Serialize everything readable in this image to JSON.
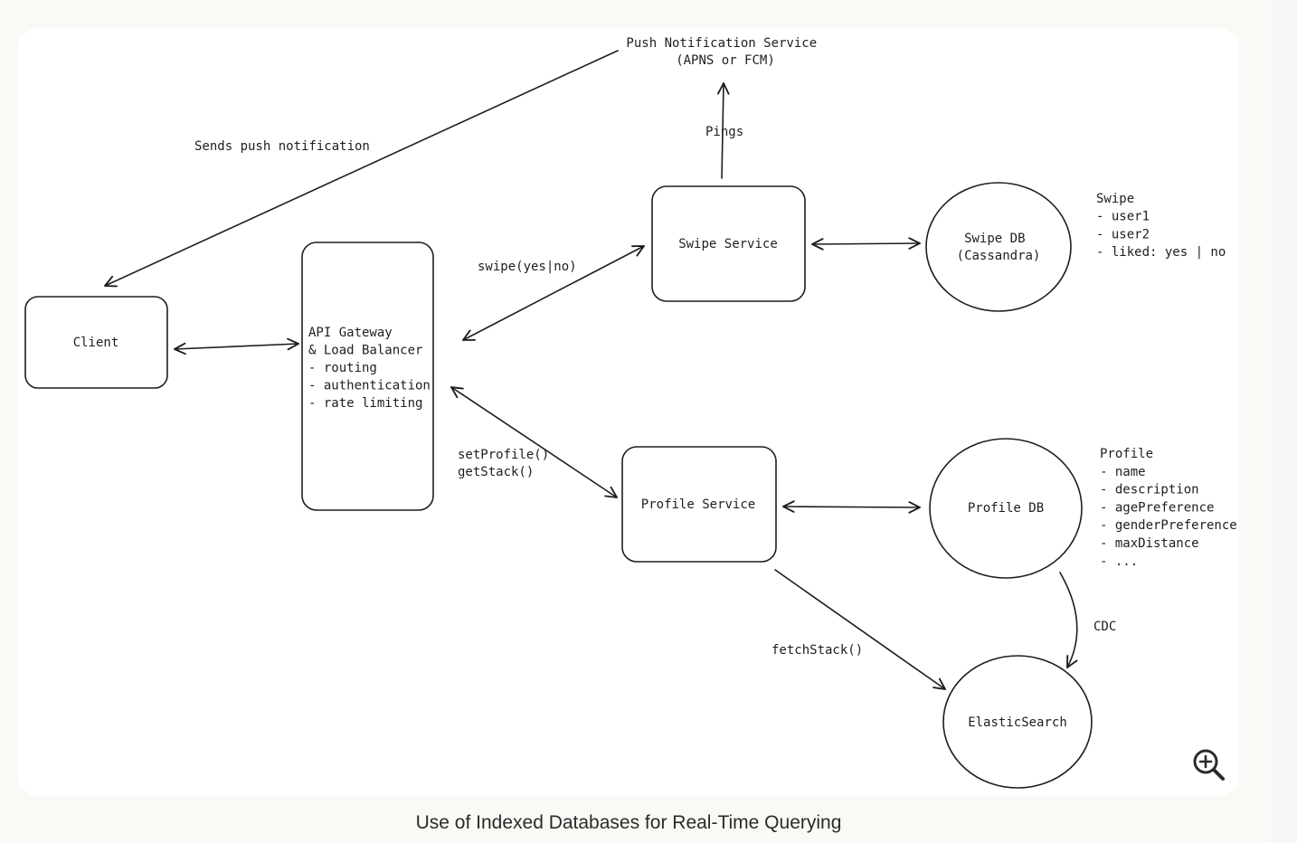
{
  "nodes": {
    "client": "Client",
    "gateway_lines": [
      "API Gateway",
      "& Load Balancer",
      "- routing",
      "- authentication",
      "- rate limiting"
    ],
    "swipe_service": "Swipe Service",
    "profile_service": "Profile Service",
    "swipe_db_lines": [
      "Swipe DB",
      "(Cassandra)"
    ],
    "profile_db": "Profile DB",
    "elasticsearch": "ElasticSearch",
    "push_service_lines": [
      "Push Notification Service",
      "(APNS or FCM)"
    ]
  },
  "edges": {
    "push_to_client": "Sends push notification",
    "swipe_to_push": "Pings",
    "gateway_to_swipe": "swipe(yes|no)",
    "gateway_to_profile_lines": [
      "setProfile()",
      "getStack()"
    ],
    "profile_to_elastic": "fetchStack()",
    "profiledb_to_elastic": "CDC"
  },
  "notes": {
    "swipe_schema": [
      "Swipe",
      "- user1",
      "- user2",
      "- liked: yes | no"
    ],
    "profile_schema": [
      "Profile",
      "- name",
      "- description",
      "- agePreference",
      "- genderPreference",
      "- maxDistance",
      "- ..."
    ]
  },
  "controls": {
    "zoom_icon": "zoom-in-icon"
  },
  "caption": "Use of Indexed Databases for Real-Time Querying"
}
